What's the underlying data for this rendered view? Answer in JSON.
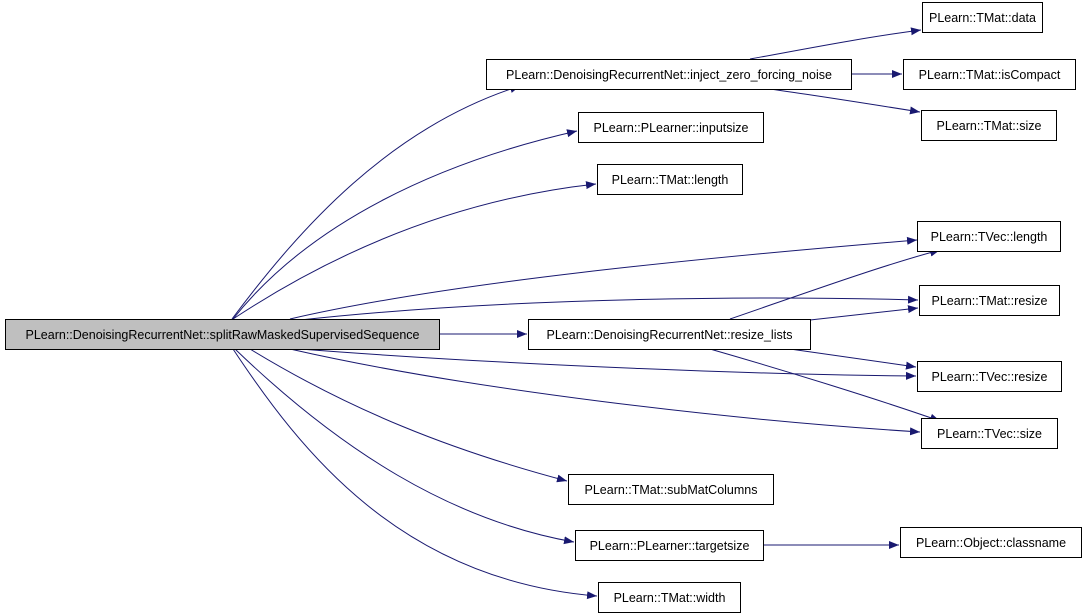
{
  "graph": {
    "edge_color": "#191970",
    "node_fill": "#ffffff",
    "root_fill": "#bfbfbf",
    "nodes": [
      {
        "id": "root",
        "label": "PLearn::DenoisingRecurrentNet::splitRawMaskedSupervisedSequence",
        "root": true
      },
      {
        "id": "inject",
        "label": "PLearn::DenoisingRecurrentNet::inject_zero_forcing_noise"
      },
      {
        "id": "inputsize",
        "label": "PLearn::PLearner::inputsize"
      },
      {
        "id": "tmat_length",
        "label": "PLearn::TMat::length"
      },
      {
        "id": "resize_lists",
        "label": "PLearn::DenoisingRecurrentNet::resize_lists"
      },
      {
        "id": "submat",
        "label": "PLearn::TMat::subMatColumns"
      },
      {
        "id": "targetsize",
        "label": "PLearn::PLearner::targetsize"
      },
      {
        "id": "tmat_width",
        "label": "PLearn::TMat::width"
      },
      {
        "id": "tmat_data",
        "label": "PLearn::TMat::data"
      },
      {
        "id": "tmat_iscompact",
        "label": "PLearn::TMat::isCompact"
      },
      {
        "id": "tmat_size",
        "label": "PLearn::TMat::size"
      },
      {
        "id": "tvec_length",
        "label": "PLearn::TVec::length"
      },
      {
        "id": "tmat_resize",
        "label": "PLearn::TMat::resize"
      },
      {
        "id": "tvec_resize",
        "label": "PLearn::TVec::resize"
      },
      {
        "id": "tvec_size",
        "label": "PLearn::TVec::size"
      },
      {
        "id": "classname",
        "label": "PLearn::Object::classname"
      }
    ],
    "edges": [
      [
        "root",
        "inject"
      ],
      [
        "root",
        "inputsize"
      ],
      [
        "root",
        "tmat_length"
      ],
      [
        "root",
        "tvec_length"
      ],
      [
        "root",
        "tmat_resize"
      ],
      [
        "root",
        "resize_lists"
      ],
      [
        "root",
        "tvec_resize"
      ],
      [
        "root",
        "tvec_size"
      ],
      [
        "root",
        "submat"
      ],
      [
        "root",
        "targetsize"
      ],
      [
        "root",
        "tmat_width"
      ],
      [
        "inject",
        "tmat_data"
      ],
      [
        "inject",
        "tmat_iscompact"
      ],
      [
        "inject",
        "tmat_size"
      ],
      [
        "resize_lists",
        "tvec_length"
      ],
      [
        "resize_lists",
        "tmat_resize"
      ],
      [
        "resize_lists",
        "tvec_resize"
      ],
      [
        "resize_lists",
        "tvec_size"
      ],
      [
        "targetsize",
        "classname"
      ]
    ]
  }
}
